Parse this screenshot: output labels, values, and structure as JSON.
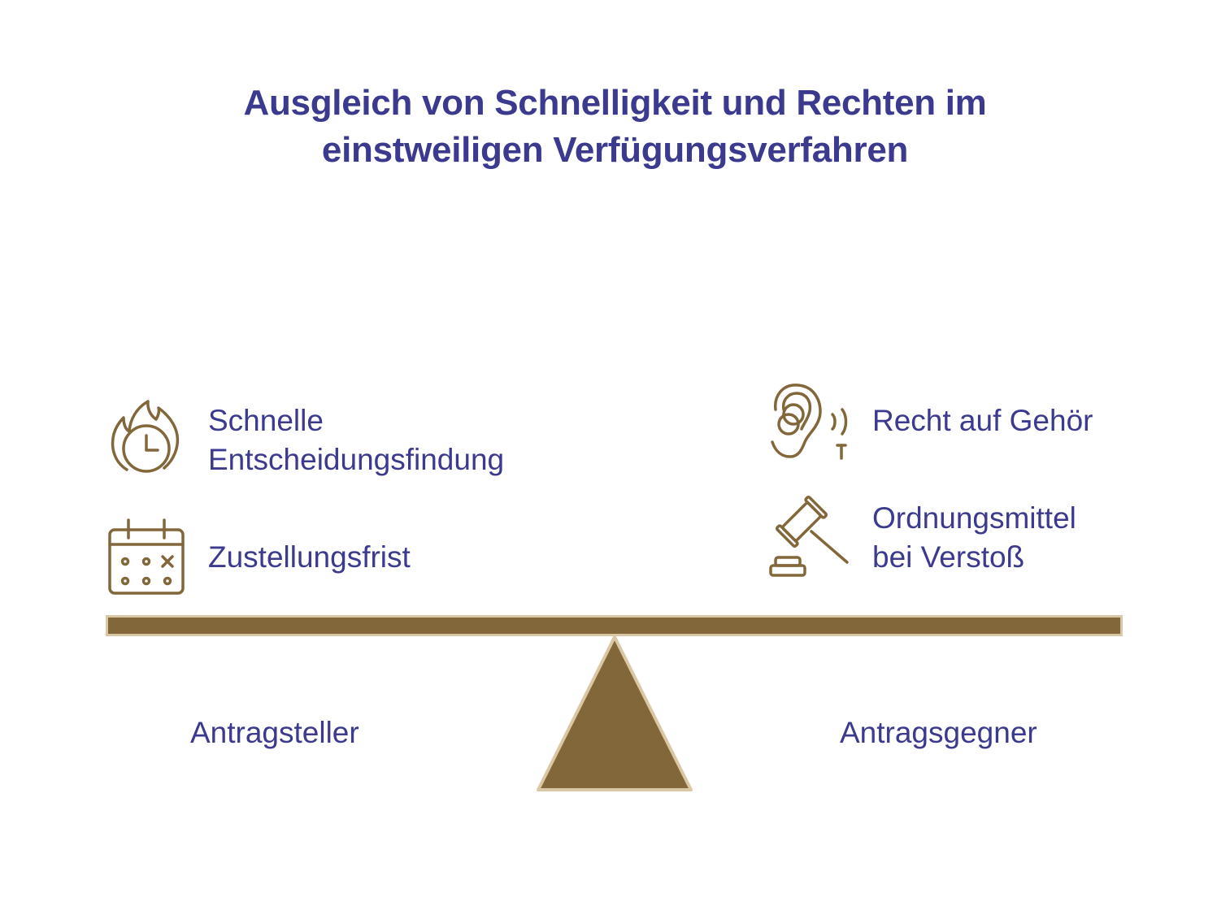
{
  "title": {
    "line1": "Ausgleich von Schnelligkeit und Rechten im",
    "line2": "einstweiligen Verfügungsverfahren"
  },
  "colors": {
    "title_text": "#3b3a8e",
    "label_text": "#3b3a8e",
    "icon_stroke": "#82673a",
    "beam_fill": "#82673a",
    "beam_border": "#d9c7a6",
    "background": "#ffffff"
  },
  "left": {
    "label": "Antragsteller",
    "items": [
      {
        "icon": "fire-clock-icon",
        "line1": "Schnelle",
        "line2": "Entscheidungsfindung"
      },
      {
        "icon": "calendar-icon",
        "line1": "Zustellungsfrist"
      }
    ]
  },
  "right": {
    "label": "Antragsgegner",
    "items": [
      {
        "icon": "ear-hearing-icon",
        "line1": "Recht auf Gehör"
      },
      {
        "icon": "gavel-icon",
        "line1": "Ordnungsmittel",
        "line2": "bei Verstoß"
      }
    ]
  }
}
